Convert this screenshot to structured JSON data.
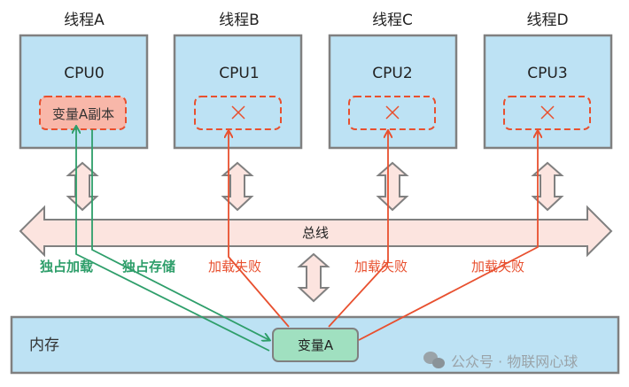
{
  "threads": [
    {
      "thread_label": "线程A",
      "cpu_label": "CPU0",
      "cache_label": "变量A副本",
      "cache_state": "valid"
    },
    {
      "thread_label": "线程B",
      "cpu_label": "CPU1",
      "cache_label": "×",
      "cache_state": "invalid"
    },
    {
      "thread_label": "线程C",
      "cpu_label": "CPU2",
      "cache_label": "×",
      "cache_state": "invalid"
    },
    {
      "thread_label": "线程D",
      "cpu_label": "CPU3",
      "cache_label": "×",
      "cache_state": "invalid"
    }
  ],
  "bus": {
    "label": "总线"
  },
  "memory": {
    "label": "内存",
    "variable_label": "变量A"
  },
  "edges": {
    "exclusive_load": "独占加载",
    "exclusive_store": "独占存储",
    "load_fail": "加载失败"
  },
  "watermark": {
    "text": "公众号 · 物联网心球"
  },
  "colors": {
    "cpu_fill": "#bde2f4",
    "box_border": "#808080",
    "cache_fill": "#f8b7a9",
    "dashed_border": "#e8502f",
    "bus_fill": "#fce4df",
    "green_line": "#2e9e6a",
    "red_line": "#e8502f",
    "variable_fill": "#a0e0c0"
  }
}
